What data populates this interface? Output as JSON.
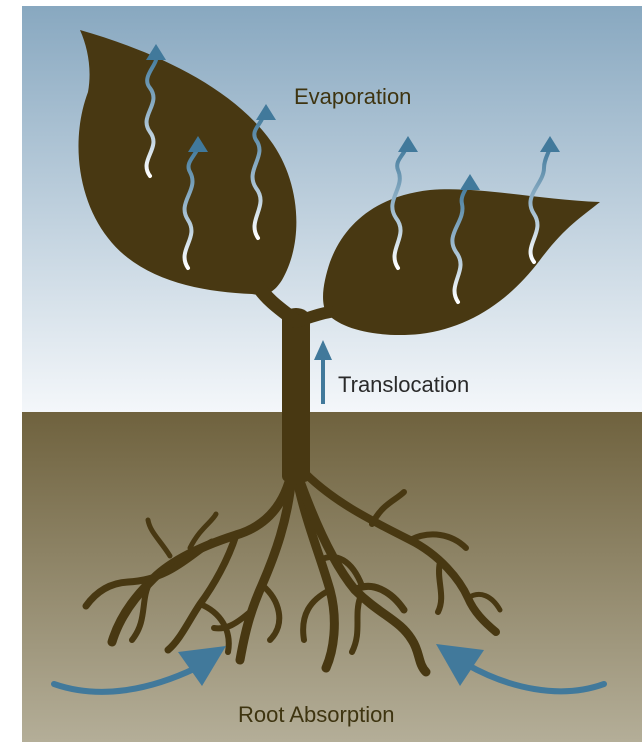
{
  "labels": {
    "evaporation": "Evaporation",
    "translocation": "Translocation",
    "root_absorption": "Root Absorption"
  },
  "colors": {
    "sky_top": "#88a8c0",
    "sky_bottom": "#f4f7fa",
    "soil_top": "#6f623e",
    "soil_bottom": "#b4ae98",
    "plant": "#483812",
    "arrow": "#41799b"
  }
}
